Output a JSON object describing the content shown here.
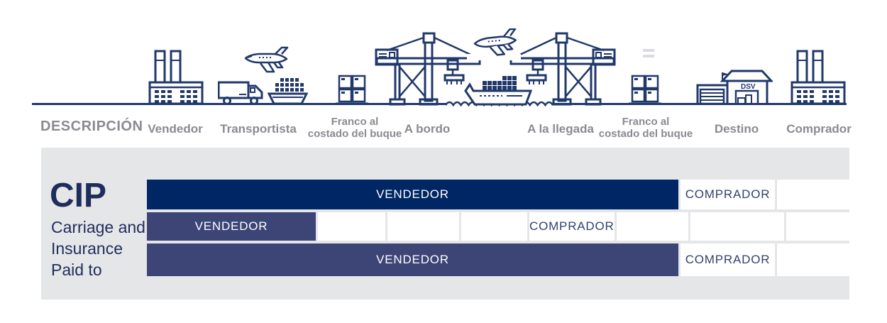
{
  "header": {
    "description_label": "DESCRIPCIÓN",
    "stages": [
      {
        "label": "Vendedor"
      },
      {
        "label": "Transportista"
      },
      {
        "line1": "Franco al",
        "line2": "costado del buque"
      },
      {
        "label": "A bordo"
      },
      {
        "label": "A la llegada"
      },
      {
        "line1": "Franco al",
        "line2": "costado del buque"
      },
      {
        "label": "Destino"
      },
      {
        "label": "Comprador"
      }
    ]
  },
  "icons": {
    "sequence": [
      "factory",
      "truck",
      "airplane",
      "cargo-ship",
      "crates",
      "container-crane",
      "airplane-takeoff",
      "container-ship",
      "container-crane",
      "equals-mark",
      "crates",
      "warehouse",
      "factory"
    ],
    "warehouse_sign": "DSV"
  },
  "incoterm": {
    "code": "CIP",
    "name_lines": [
      "Carriage and",
      "Insurance",
      "Paid to"
    ]
  },
  "table": {
    "rows": [
      {
        "vendedor": "VENDEDOR",
        "comprador": "COMPRADOR"
      },
      {
        "vendedor": "VENDEDOR",
        "comprador": "COMPRADOR"
      },
      {
        "vendedor": "VENDEDOR",
        "comprador": "COMPRADOR"
      }
    ]
  },
  "colors": {
    "navy_dark": "#002664",
    "slate_blue": "#3D4577",
    "icon_navy": "#21386B",
    "label_gray": "#8A8A92",
    "panel_gray": "#E5E6E8",
    "text_navy": "#1F2D5C"
  }
}
